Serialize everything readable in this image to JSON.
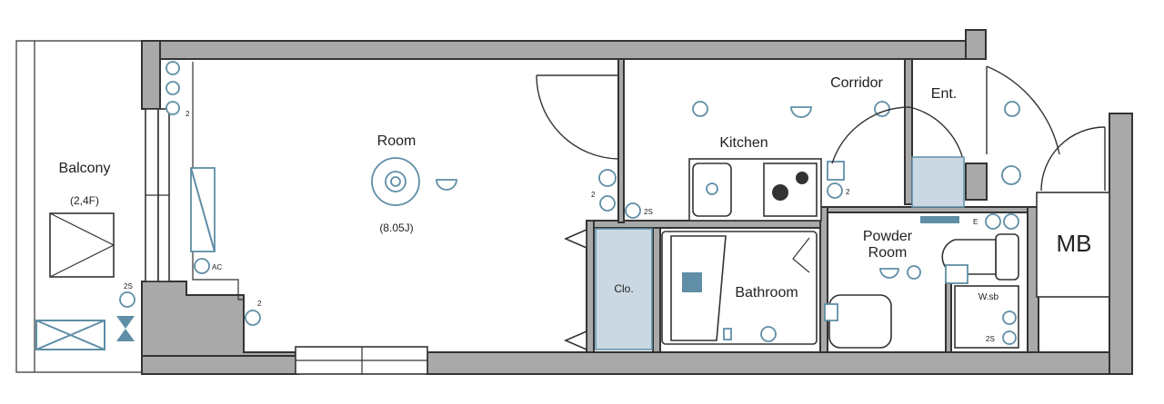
{
  "labels": {
    "balcony": "Balcony",
    "balcony_floor": "(2,4F)",
    "room": "Room",
    "room_size": "(8.05J)",
    "kitchen": "Kitchen",
    "corridor": "Corridor",
    "entrance": "Ent.",
    "powder_room_line1": "Powder",
    "powder_room_line2": "Room",
    "bathroom": "Bathroom",
    "closet": "Clo.",
    "meter_box": "MB",
    "washer": "W.sb",
    "note_2a": "2",
    "note_2b": "2",
    "note_2c": "2",
    "note_2d": "2",
    "note_ac": "AC",
    "note_2s_a": "2S",
    "note_2s_b": "2S",
    "note_2s_c": "2S",
    "note_e": "E"
  },
  "colors": {
    "wall": "#a9a9a9",
    "fixture_blue": "#5f8ea6",
    "light_blue": "#c9d8e2"
  }
}
